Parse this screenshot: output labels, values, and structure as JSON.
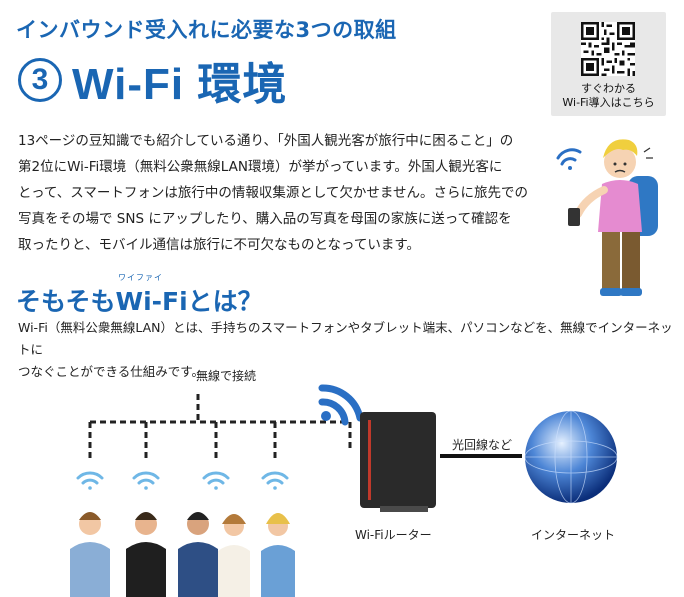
{
  "header": {
    "subtitle": "インバウンド受入れに必要な3つの取組",
    "number": "③",
    "title": "Wi-Fi 環境"
  },
  "qr": {
    "caption_line1": "すぐわかる",
    "caption_line2": "Wi-Fi導入はこちら"
  },
  "intro": {
    "lines": [
      "13ページの豆知識でも紹介している通り、「外国人観光客が旅行中に困ること」の",
      "第2位にWi-Fi環境（無料公衆無線LAN環境）が挙がっています。外国人観光客に",
      "とって、スマートフォンは旅行中の情報収集源として欠かせません。さらに旅先での",
      "写真をその場で SNS にアップしたり、購入品の写真を母国の家族に送って確認を",
      "取ったりと、モバイル通信は旅行に不可欠なものとなっています。"
    ]
  },
  "section": {
    "ruby": "ワイファイ",
    "title": "そもそもWi-Fiとは？",
    "description": "Wi-Fi（無料公衆無線LAN）とは、手持ちのスマートフォンやタブレット端末、パソコンなどを、無線でインターネットに",
    "description2": "つなぐことができる仕組みです。"
  },
  "diagram": {
    "wireless_label": "無線で接続",
    "fiber_label": "光回線など",
    "router_label": "Wi-Fiルーター",
    "internet_label": "インターネット"
  },
  "colors": {
    "brand_blue": "#1a66b3",
    "wifi_light": "#6fb7e6",
    "wifi_dark": "#2a6fc4"
  }
}
